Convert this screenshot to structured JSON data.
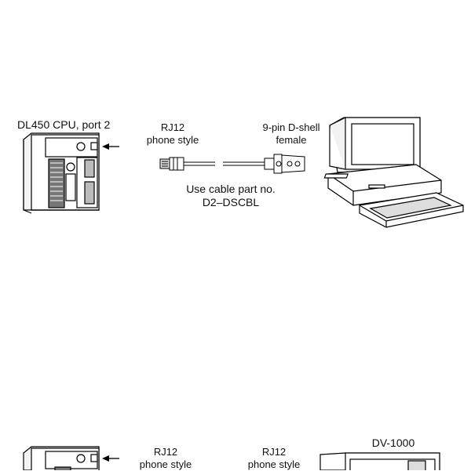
{
  "top_diagram": {
    "plc_label": "DL450 CPU, port 2",
    "rj12_label": [
      "RJ12",
      "phone style"
    ],
    "dshell_label": [
      "9-pin D-shell",
      "female"
    ],
    "cable_label": [
      "Use cable part no.",
      "D2–DSCBL"
    ]
  },
  "bottom_diagram": {
    "rj12_label_left": [
      "RJ12",
      "phone style"
    ],
    "rj12_label_right": [
      "RJ12",
      "phone style"
    ],
    "panel_label": "DV-1000"
  }
}
